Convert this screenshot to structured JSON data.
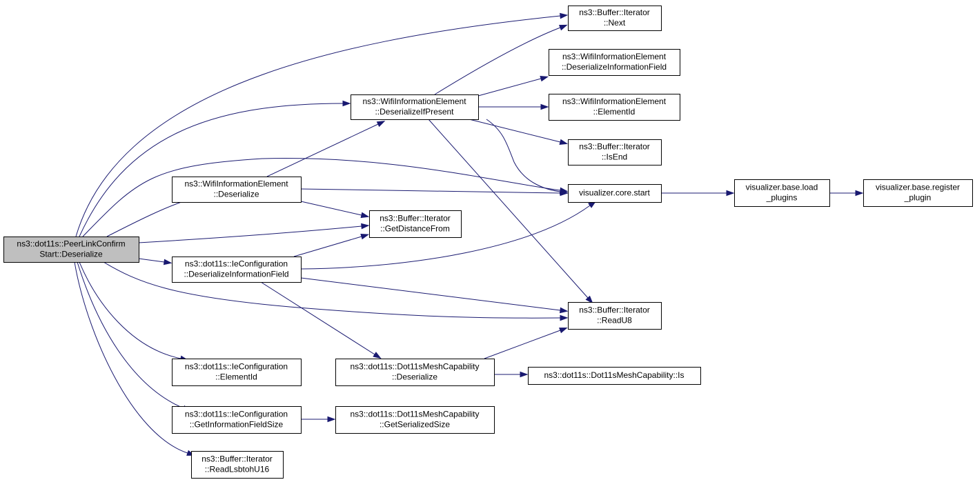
{
  "diagram": {
    "nodes": [
      {
        "id": "root",
        "lines": [
          "ns3::dot11s::PeerLinkConfirm",
          "Start::Deserialize"
        ],
        "highlighted": true
      },
      {
        "id": "bi_next",
        "lines": [
          "ns3::Buffer::Iterator",
          "::Next"
        ]
      },
      {
        "id": "wie_dif",
        "lines": [
          "ns3::WifiInformationElement",
          "::DeserializeInformationField"
        ]
      },
      {
        "id": "wie_dip",
        "lines": [
          "ns3::WifiInformationElement",
          "::DeserializeIfPresent"
        ]
      },
      {
        "id": "wie_eid",
        "lines": [
          "ns3::WifiInformationElement",
          "::ElementId"
        ]
      },
      {
        "id": "bi_isend",
        "lines": [
          "ns3::Buffer::Iterator",
          "::IsEnd"
        ]
      },
      {
        "id": "wie_des",
        "lines": [
          "ns3::WifiInformationElement",
          "::Deserialize"
        ]
      },
      {
        "id": "viz_start",
        "lines": [
          "visualizer.core.start"
        ]
      },
      {
        "id": "viz_load",
        "lines": [
          "visualizer.base.load",
          "_plugins"
        ]
      },
      {
        "id": "viz_reg",
        "lines": [
          "visualizer.base.register",
          "_plugin"
        ]
      },
      {
        "id": "bi_gdf",
        "lines": [
          "ns3::Buffer::Iterator",
          "::GetDistanceFrom"
        ]
      },
      {
        "id": "iec_dif",
        "lines": [
          "ns3::dot11s::IeConfiguration",
          "::DeserializeInformationField"
        ]
      },
      {
        "id": "bi_readu8",
        "lines": [
          "ns3::Buffer::Iterator",
          "::ReadU8"
        ]
      },
      {
        "id": "iec_eid",
        "lines": [
          "ns3::dot11s::IeConfiguration",
          "::ElementId"
        ]
      },
      {
        "id": "dmc_des",
        "lines": [
          "ns3::dot11s::Dot11sMeshCapability",
          "::Deserialize"
        ]
      },
      {
        "id": "dmc_is",
        "lines": [
          "ns3::dot11s::Dot11sMeshCapability::Is"
        ]
      },
      {
        "id": "iec_gifs",
        "lines": [
          "ns3::dot11s::IeConfiguration",
          "::GetInformationFieldSize"
        ]
      },
      {
        "id": "dmc_gss",
        "lines": [
          "ns3::dot11s::Dot11sMeshCapability",
          "::GetSerializedSize"
        ]
      },
      {
        "id": "bi_rlsb",
        "lines": [
          "ns3::Buffer::Iterator",
          "::ReadLsbtohU16"
        ]
      }
    ],
    "edges": [
      {
        "from": "root",
        "to": "bi_next"
      },
      {
        "from": "root",
        "to": "wie_dip"
      },
      {
        "from": "root",
        "to": "viz_start"
      },
      {
        "from": "root",
        "to": "wie_des"
      },
      {
        "from": "root",
        "to": "bi_gdf"
      },
      {
        "from": "root",
        "to": "iec_dif"
      },
      {
        "from": "root",
        "to": "bi_readu8"
      },
      {
        "from": "root",
        "to": "iec_eid"
      },
      {
        "from": "root",
        "to": "iec_gifs"
      },
      {
        "from": "root",
        "to": "bi_rlsb"
      },
      {
        "from": "wie_dip",
        "to": "bi_next"
      },
      {
        "from": "wie_dip",
        "to": "wie_dif"
      },
      {
        "from": "wie_dip",
        "to": "wie_eid"
      },
      {
        "from": "wie_dip",
        "to": "bi_isend"
      },
      {
        "from": "wie_dip",
        "to": "viz_start"
      },
      {
        "from": "wie_dip",
        "to": "bi_readu8"
      },
      {
        "from": "wie_des",
        "to": "wie_dip"
      },
      {
        "from": "wie_des",
        "to": "viz_start"
      },
      {
        "from": "wie_des",
        "to": "bi_gdf"
      },
      {
        "from": "iec_dif",
        "to": "bi_gdf"
      },
      {
        "from": "iec_dif",
        "to": "viz_start"
      },
      {
        "from": "iec_dif",
        "to": "bi_readu8"
      },
      {
        "from": "iec_dif",
        "to": "dmc_des"
      },
      {
        "from": "dmc_des",
        "to": "bi_readu8"
      },
      {
        "from": "dmc_des",
        "to": "dmc_is"
      },
      {
        "from": "iec_gifs",
        "to": "dmc_gss"
      },
      {
        "from": "viz_start",
        "to": "viz_load"
      },
      {
        "from": "viz_load",
        "to": "viz_reg"
      }
    ]
  }
}
